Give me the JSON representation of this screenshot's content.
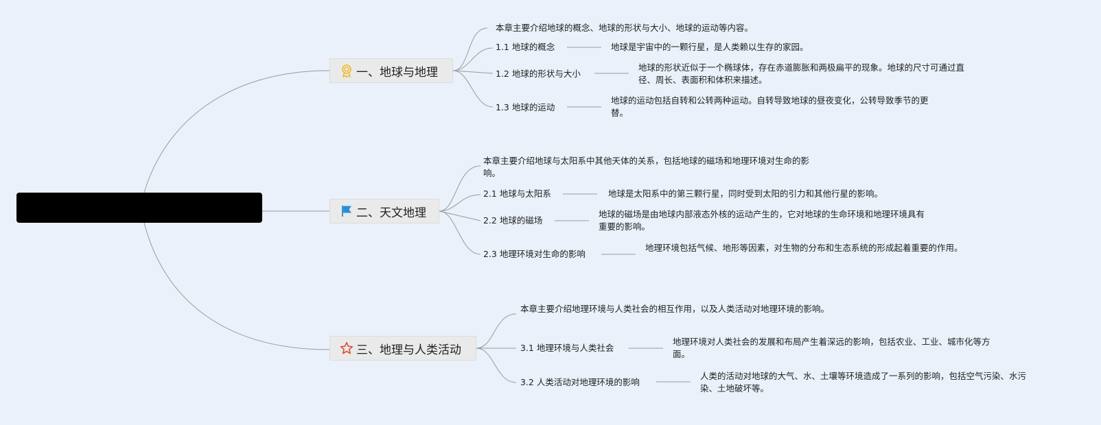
{
  "branches": [
    {
      "title": "一、地球与地理",
      "icon": "award-ribbon-icon",
      "intro": "本章主要介绍地球的概念、地球的形状与大小、地球的运动等内容。",
      "items": [
        {
          "label": "1.1 地球的概念",
          "desc": "地球是宇宙中的一颗行星，是人类赖以生存的家园。"
        },
        {
          "label": "1.2 地球的形状与大小",
          "desc": "地球的形状近似于一个椭球体，存在赤道膨胀和两极扁平的现象。地球的尺寸可通过直径、周长、表面积和体积来描述。"
        },
        {
          "label": "1.3 地球的运动",
          "desc": "地球的运动包括自转和公转两种运动。自转导致地球的昼夜变化，公转导致季节的更替。"
        }
      ]
    },
    {
      "title": "二、天文地理",
      "icon": "flag-icon",
      "intro": "本章主要介绍地球与太阳系中其他天体的关系，包括地球的磁场和地理环境对生命的影响。",
      "items": [
        {
          "label": "2.1 地球与太阳系",
          "desc": "地球是太阳系中的第三颗行星，同时受到太阳的引力和其他行星的影响。"
        },
        {
          "label": "2.2 地球的磁场",
          "desc": "地球的磁场是由地球内部液态外核的运动产生的，它对地球的生命环境和地理环境具有重要的影响。"
        },
        {
          "label": "2.3 地理环境对生命的影响",
          "desc": "地理环境包括气候、地形等因素，对生物的分布和生态系统的形成起着重要的作用。"
        }
      ]
    },
    {
      "title": "三、地理与人类活动",
      "icon": "star-icon",
      "intro": "本章主要介绍地理环境与人类社会的相互作用，以及人类活动对地理环境的影响。",
      "items": [
        {
          "label": "3.1 地理环境与人类社会",
          "desc": "地理环境对人类社会的发展和布局产生着深远的影响，包括农业、工业、城市化等方面。"
        },
        {
          "label": "3.2 人类活动对地理环境的影响",
          "desc": "人类的活动对地球的大气、水、土壤等环境造成了一系列的影响，包括空气污染、水污染、土地破坏等。"
        }
      ]
    }
  ],
  "colors": {
    "background": "#eaf1fa",
    "root": "#000000",
    "branch_bg": "#eaeaea",
    "line": "#9a9a9a",
    "icon_award": "#f2b824",
    "icon_flag": "#2b8fd6",
    "icon_star": "#e04a2f"
  }
}
